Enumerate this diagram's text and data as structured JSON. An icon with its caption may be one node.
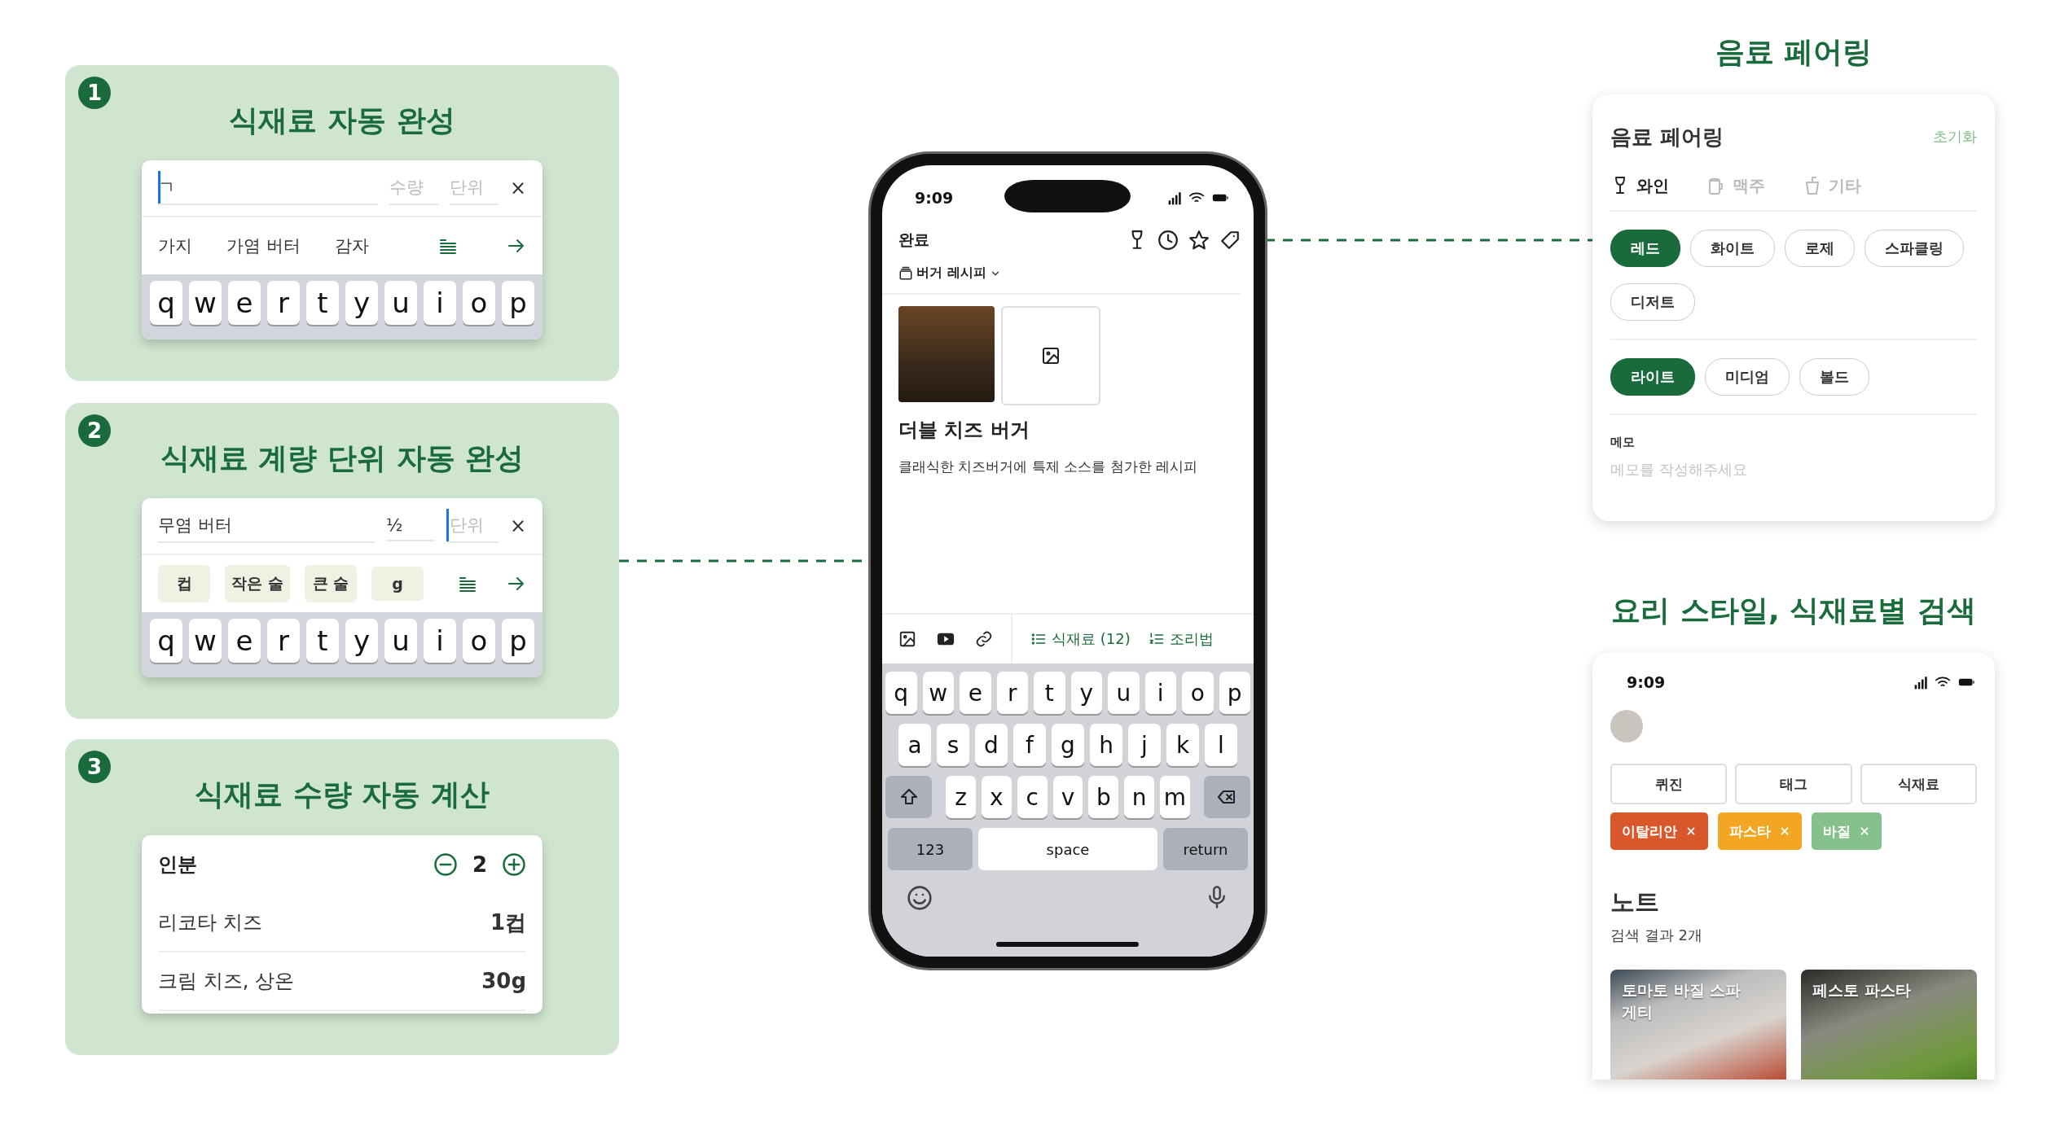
{
  "diagram": {
    "nodes": [
      {
        "text": [
          "1",
          "식재료 자동 완성"
        ]
      },
      {
        "text": [
          "ㄱ",
          "수량",
          "단위",
          "×",
          "가지",
          "가염 버터",
          "감자",
          "q",
          "w",
          "e",
          "r",
          "t",
          "y",
          "u",
          "i",
          "o",
          "p"
        ],
        "in": 0
      },
      {
        "text": [
          "2",
          "식재료 계량 단위 자동 완성"
        ]
      },
      {
        "text": [
          "무염 버터",
          "½",
          "단위",
          "×",
          "컵",
          "작은 술",
          "큰 술",
          "g",
          "q",
          "w",
          "e",
          "r",
          "t",
          "y",
          "u",
          "i",
          "o",
          "p"
        ],
        "in": 2
      },
      {
        "text": [
          "3",
          "식재료 수량 자동 계산"
        ]
      },
      {
        "text": [
          "인분",
          "2",
          "리코타 치즈",
          "1컵",
          "크림 치즈, 상온",
          "30g"
        ],
        "in": 4
      },
      {
        "text": [
          "9:09",
          "완료",
          "버거 레시피",
          "더블 치즈 버거",
          "클래식한 치즈버거에 특제 소스를 첨가한 레시피",
          "식재료 (12)",
          "조리법",
          "q",
          "w",
          "e",
          "r",
          "t",
          "y",
          "u",
          "i",
          "o",
          "p",
          "a",
          "s",
          "d",
          "f",
          "g",
          "h",
          "j",
          "k",
          "l",
          "z",
          "x",
          "c",
          "v",
          "b",
          "n",
          "m",
          "123",
          "space",
          "return"
        ]
      },
      {
        "text": [
          "음료 페어링",
          "음료 페어링",
          "초기화",
          "와인",
          "맥주",
          "기타",
          "레드",
          "화이트",
          "로제",
          "스파클링",
          "디저트",
          "라이트",
          "미디엄",
          "볼드",
          "메모",
          "메모를 작성해주세요"
        ]
      },
      {
        "text": [
          "요리 스타일, 식재료별 검색",
          "9:09",
          "퀴진",
          "태그",
          "식재료",
          "이탈리안",
          "파스타",
          "바질",
          "노트",
          "검색 결과 2개",
          "토마토 바질 스파게티",
          "페스토 파스타"
        ]
      }
    ],
    "edges": [
      {
        "from": 2,
        "to": 6,
        "arrow": "none",
        "style": "dashed"
      },
      {
        "from": 6,
        "to": 7,
        "arrow": "none",
        "style": "dashed"
      }
    ]
  }
}
